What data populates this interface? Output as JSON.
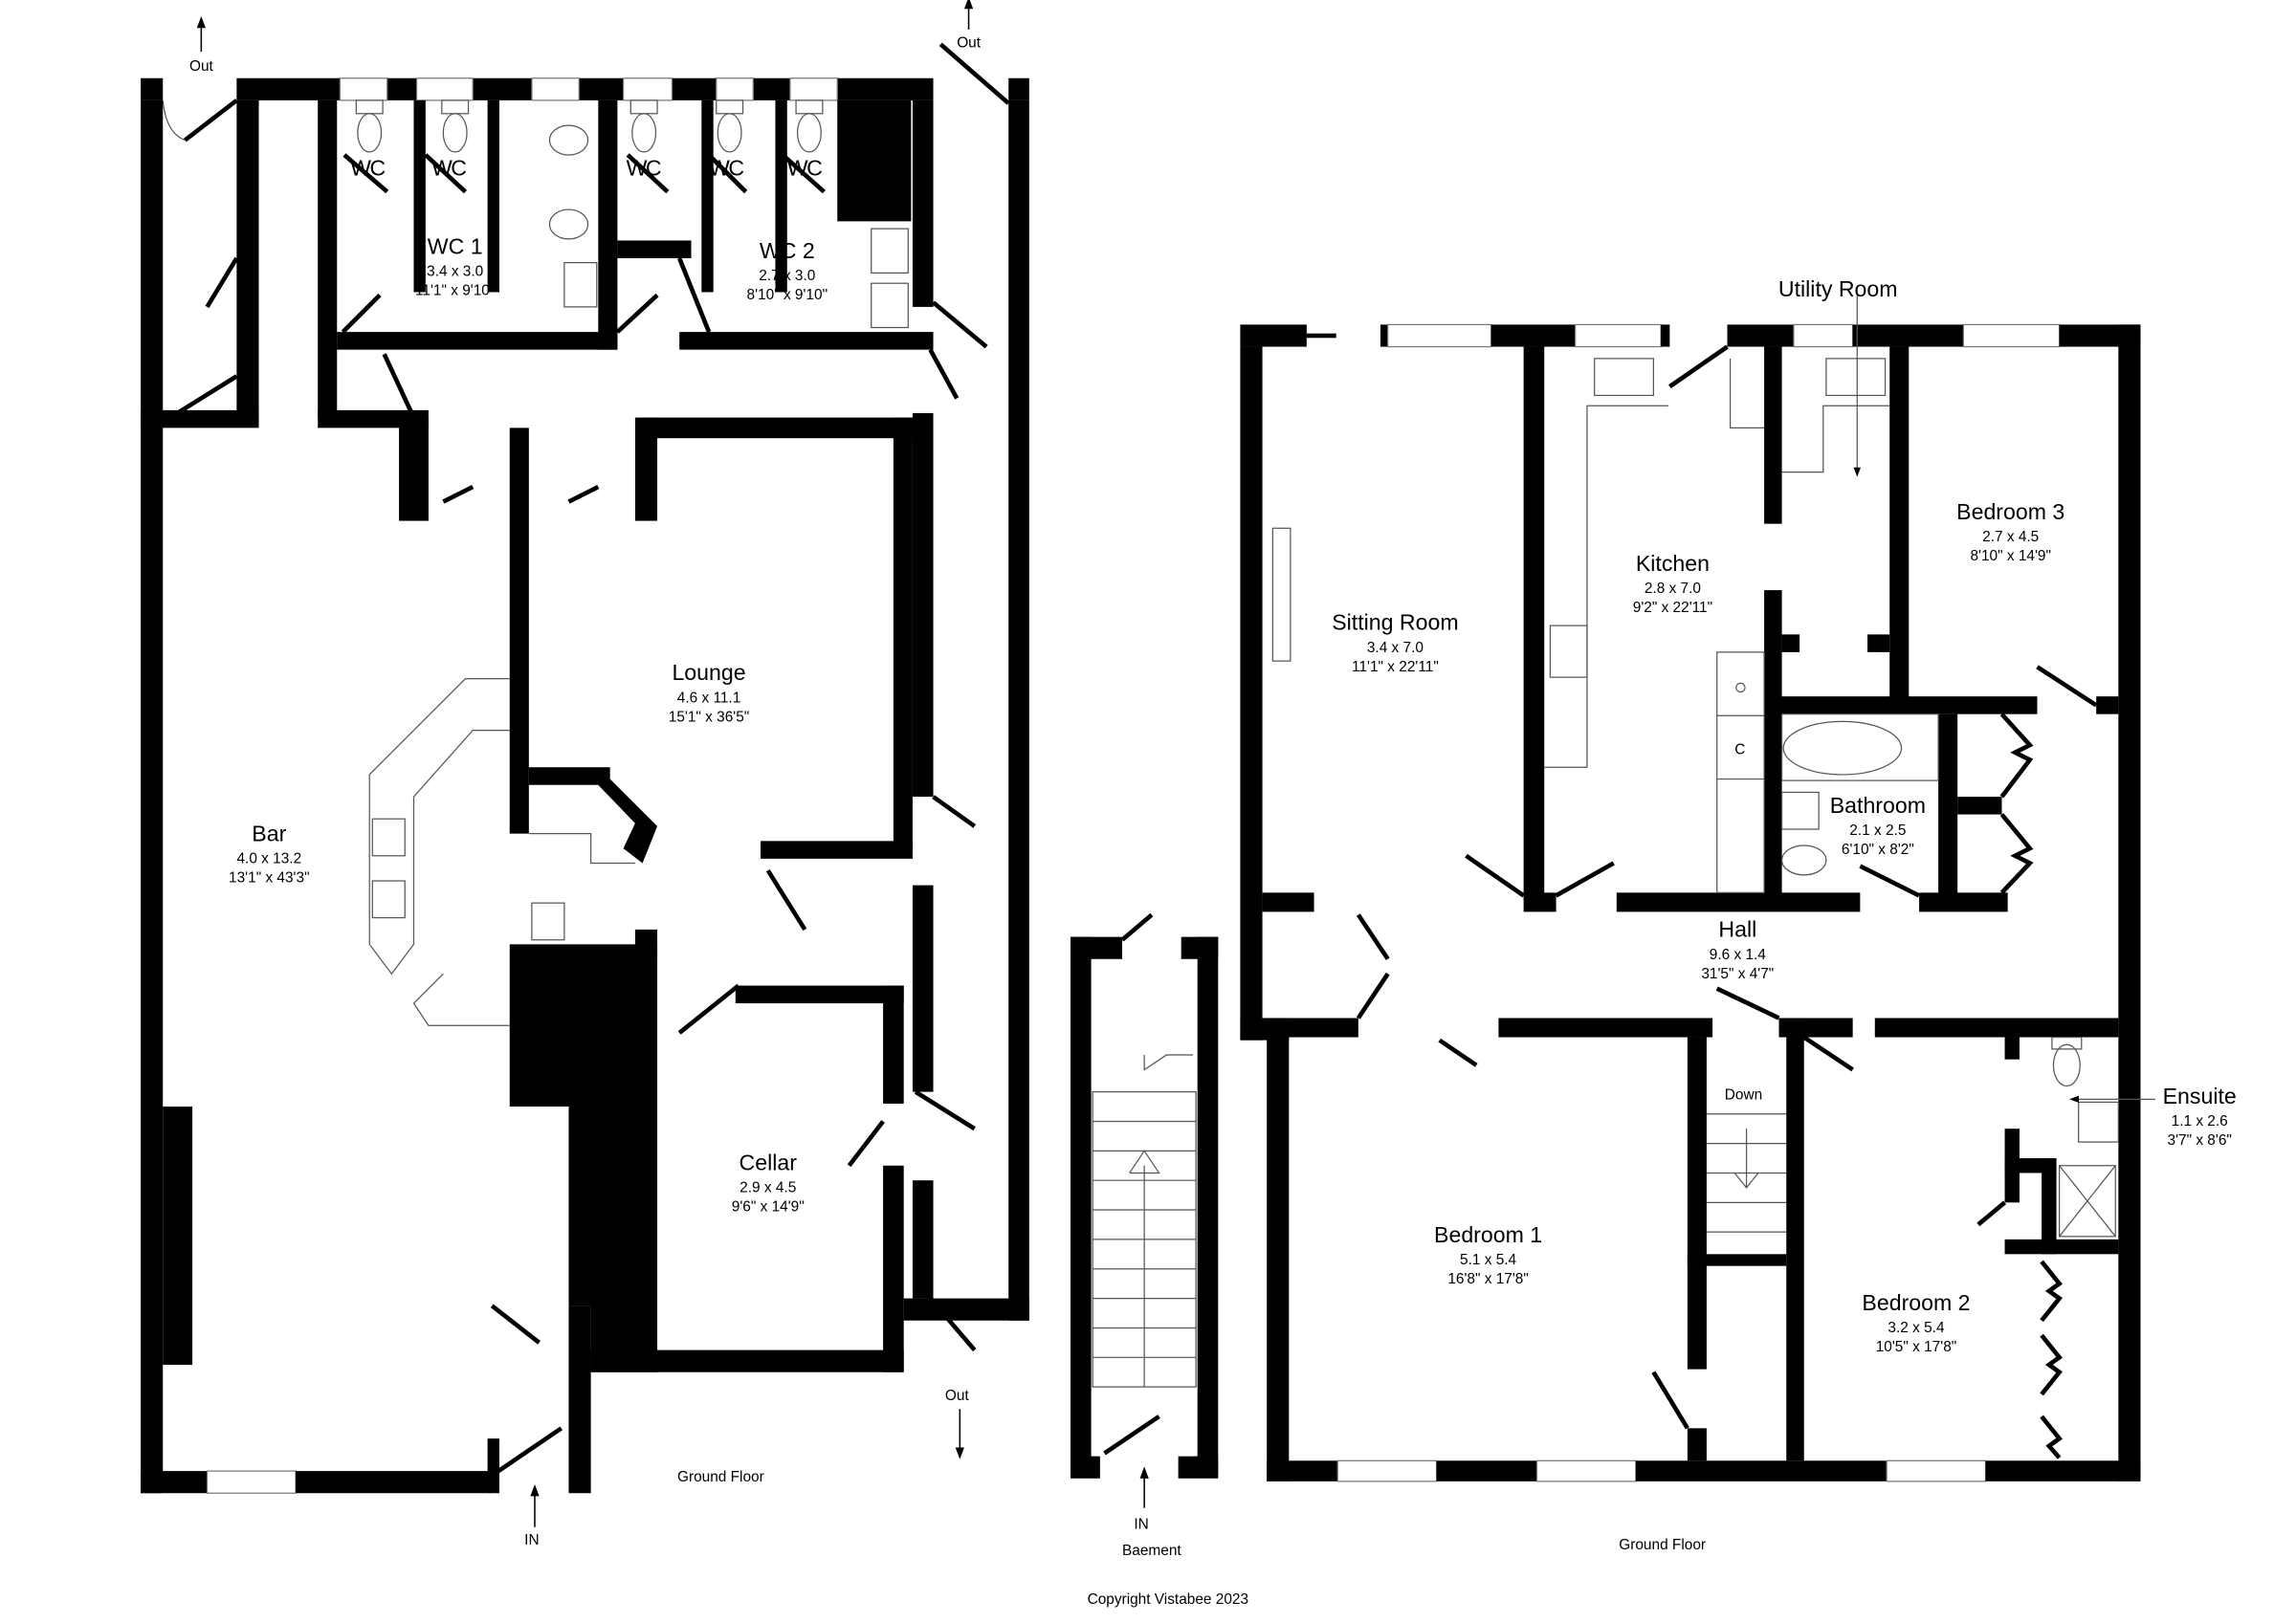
{
  "left_plan": {
    "floor_label": "Ground Floor",
    "exits": {
      "out_top_left": "Out",
      "out_top_right": "Out",
      "out_bottom_right": "Out",
      "in_bottom": "IN"
    },
    "cubicle_label": "WC",
    "rooms": [
      {
        "name": "WC 1",
        "metric": "3.4 x 3.0",
        "imperial": "11'1\" x 9'10\""
      },
      {
        "name": "WC 2",
        "metric": "2.7 x 3.0",
        "imperial": "8'10\" x 9'10\""
      },
      {
        "name": "Lounge",
        "metric": "4.6 x 11.1",
        "imperial": "15'1\" x 36'5\""
      },
      {
        "name": "Bar",
        "metric": "4.0 x 13.2",
        "imperial": "13'1\" x 43'3\""
      },
      {
        "name": "Cellar",
        "metric": "2.9 x 4.5",
        "imperial": "9'6\" x 14'9\""
      }
    ]
  },
  "basement": {
    "in_label": "IN",
    "label": "Baement"
  },
  "right_plan": {
    "floor_label": "Ground Floor",
    "down_label": "Down",
    "cupboard_label": "C",
    "rooms": [
      {
        "name": "Utility Room"
      },
      {
        "name": "Sitting Room",
        "metric": "3.4 x 7.0",
        "imperial": "11'1\" x 22'11\""
      },
      {
        "name": "Kitchen",
        "metric": "2.8 x 7.0",
        "imperial": "9'2\" x 22'11\""
      },
      {
        "name": "Bedroom 3",
        "metric": "2.7 x 4.5",
        "imperial": "8'10\" x 14'9\""
      },
      {
        "name": "Bathroom",
        "metric": "2.1 x 2.5",
        "imperial": "6'10\" x 8'2\""
      },
      {
        "name": "Hall",
        "metric": "9.6 x 1.4",
        "imperial": "31'5\" x 4'7\""
      },
      {
        "name": "Ensuite",
        "metric": "1.1 x 2.6",
        "imperial": "3'7\" x 8'6\""
      },
      {
        "name": "Bedroom 1",
        "metric": "5.1 x 5.4",
        "imperial": "16'8\" x 17'8\""
      },
      {
        "name": "Bedroom 2",
        "metric": "3.2 x 5.4",
        "imperial": "10'5\" x 17'8\""
      }
    ]
  },
  "copyright": "Copyright Vistabee 2023"
}
